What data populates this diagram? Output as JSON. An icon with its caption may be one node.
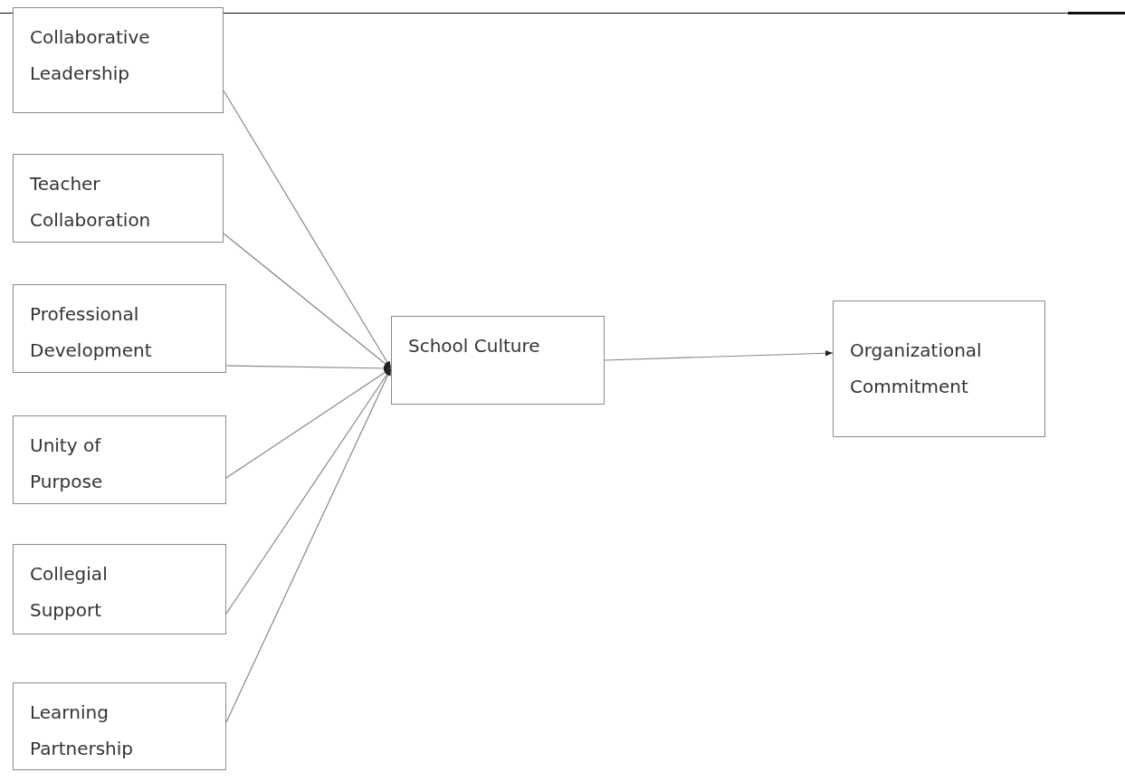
{
  "diagram": {
    "nodes": [
      {
        "text": [
          "Collaborative Leadership"
        ]
      },
      {
        "text": [
          "Teacher Collaboration"
        ]
      },
      {
        "text": [
          "Professional Development"
        ]
      },
      {
        "text": [
          "Unity of Purpose"
        ]
      },
      {
        "text": [
          "Collegial Support"
        ]
      },
      {
        "text": [
          "Learning Partnership"
        ]
      },
      {
        "text": [
          "School Culture"
        ]
      },
      {
        "text": [
          "Organizational Commitment"
        ]
      }
    ],
    "edges": [
      {
        "from": 0,
        "to": 6,
        "arrow": "to"
      },
      {
        "from": 1,
        "to": 6,
        "arrow": "to"
      },
      {
        "from": 2,
        "to": 6,
        "arrow": "to"
      },
      {
        "from": 3,
        "to": 6,
        "arrow": "to"
      },
      {
        "from": 4,
        "to": 6,
        "arrow": "to"
      },
      {
        "from": 5,
        "to": 6,
        "arrow": "to"
      },
      {
        "from": 6,
        "to": 7,
        "arrow": "to"
      }
    ]
  }
}
